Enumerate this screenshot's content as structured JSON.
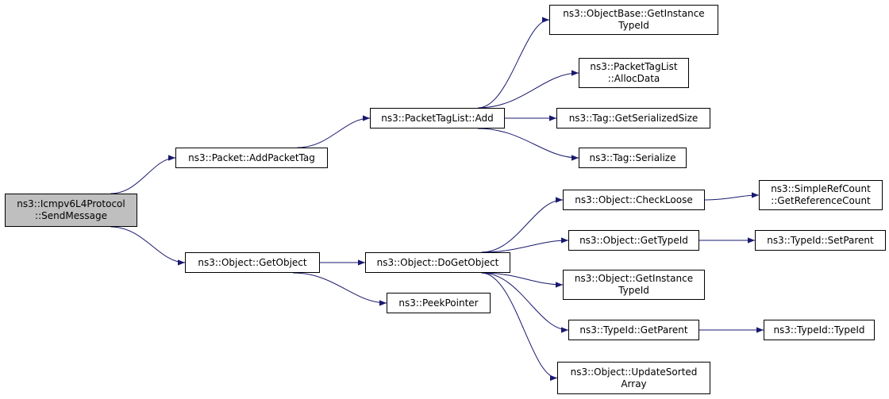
{
  "colors": {
    "edge": "#191970",
    "root_fill": "#bfbfbf",
    "node_fill": "#ffffff",
    "border": "#000000"
  },
  "nodes": [
    {
      "id": "sendmessage",
      "lines": [
        "ns3::Icmpv6L4Protocol",
        "::SendMessage"
      ],
      "root": true
    },
    {
      "id": "addpackettag",
      "lines": [
        "ns3::Packet::AddPacketTag"
      ]
    },
    {
      "id": "getobject",
      "lines": [
        "ns3::Object::GetObject"
      ]
    },
    {
      "id": "ptl_add",
      "lines": [
        "ns3::PacketTagList::Add"
      ]
    },
    {
      "id": "dogetobject",
      "lines": [
        "ns3::Object::DoGetObject"
      ]
    },
    {
      "id": "peekpointer",
      "lines": [
        "ns3::PeekPointer"
      ]
    },
    {
      "id": "objbase_getinstancetypeid",
      "lines": [
        "ns3::ObjectBase::GetInstance",
        "TypeId"
      ]
    },
    {
      "id": "ptl_allocdata",
      "lines": [
        "ns3::PacketTagList",
        "::AllocData"
      ]
    },
    {
      "id": "tag_getserializedsize",
      "lines": [
        "ns3::Tag::GetSerializedSize"
      ]
    },
    {
      "id": "tag_serialize",
      "lines": [
        "ns3::Tag::Serialize"
      ]
    },
    {
      "id": "checkloose",
      "lines": [
        "ns3::Object::CheckLoose"
      ]
    },
    {
      "id": "obj_gettypeid",
      "lines": [
        "ns3::Object::GetTypeId"
      ]
    },
    {
      "id": "obj_getinstancetypeid",
      "lines": [
        "ns3::Object::GetInstance",
        "TypeId"
      ]
    },
    {
      "id": "typeid_getparent",
      "lines": [
        "ns3::TypeId::GetParent"
      ]
    },
    {
      "id": "updatesortedarray",
      "lines": [
        "ns3::Object::UpdateSorted",
        "Array"
      ]
    },
    {
      "id": "getreferencecount",
      "lines": [
        "ns3::SimpleRefCount",
        "::GetReferenceCount"
      ]
    },
    {
      "id": "typeid_setparent",
      "lines": [
        "ns3::TypeId::SetParent"
      ]
    },
    {
      "id": "typeid_typeid",
      "lines": [
        "ns3::TypeId::TypeId"
      ]
    }
  ],
  "edges": [
    [
      "sendmessage",
      "addpackettag"
    ],
    [
      "sendmessage",
      "getobject"
    ],
    [
      "addpackettag",
      "ptl_add"
    ],
    [
      "getobject",
      "dogetobject"
    ],
    [
      "getobject",
      "peekpointer"
    ],
    [
      "ptl_add",
      "objbase_getinstancetypeid"
    ],
    [
      "ptl_add",
      "ptl_allocdata"
    ],
    [
      "ptl_add",
      "tag_getserializedsize"
    ],
    [
      "ptl_add",
      "tag_serialize"
    ],
    [
      "dogetobject",
      "checkloose"
    ],
    [
      "dogetobject",
      "obj_gettypeid"
    ],
    [
      "dogetobject",
      "obj_getinstancetypeid"
    ],
    [
      "dogetobject",
      "typeid_getparent"
    ],
    [
      "dogetobject",
      "updatesortedarray"
    ],
    [
      "checkloose",
      "getreferencecount"
    ],
    [
      "obj_gettypeid",
      "typeid_setparent"
    ],
    [
      "typeid_getparent",
      "typeid_typeid"
    ]
  ]
}
